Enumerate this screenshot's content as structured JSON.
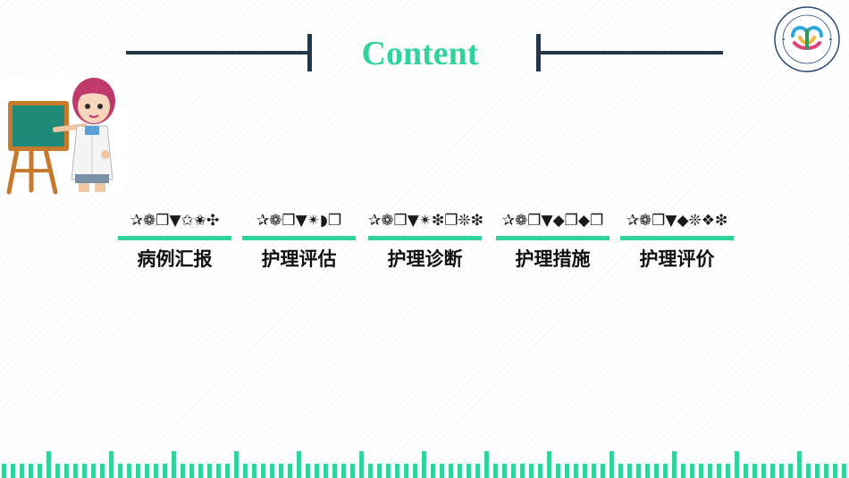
{
  "header": {
    "title": "Content",
    "logo_icon": "hospital-logo-icon"
  },
  "illustration": {
    "icon": "teacher-with-chalkboard-icon"
  },
  "items": [
    {
      "code": "✰❁❒▼✩✬✣",
      "label": "病例汇报"
    },
    {
      "code": "✰❁❒▼✴◗❐",
      "label": "护理评估"
    },
    {
      "code": "✰❁❒▼✴❇❐❊❇",
      "label": "护理诊断"
    },
    {
      "code": "✰❁❒▼◆❐◆❐",
      "label": "护理措施"
    },
    {
      "code": "✰❁❒▼◆❊❖❇",
      "label": "护理评价"
    }
  ],
  "colors": {
    "accent": "#2fd39b",
    "dark": "#253746"
  }
}
